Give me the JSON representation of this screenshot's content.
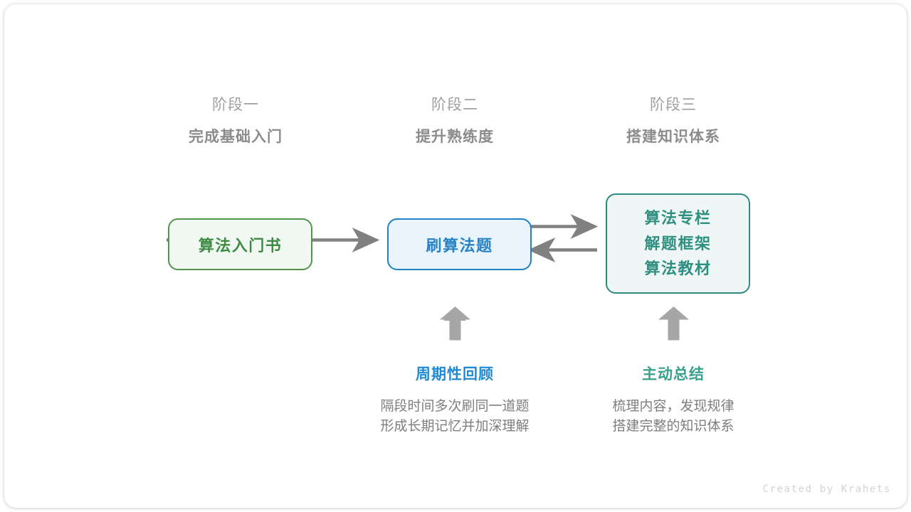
{
  "diagram": {
    "title_watermark": "Created by Krahets",
    "colors": {
      "green": "#3f8b45",
      "green_border": "#53944f",
      "green_fill": "#f1f8f1",
      "blue": "#2883c6",
      "blue_border": "#1d82c8",
      "blue_fill": "#e9f4fc",
      "teal": "#2f8f80",
      "teal_border": "#2e8c80",
      "teal_fill": "#eef7f5",
      "arrow_gray": "#808080",
      "block_arrow_gray": "#a6a6a6",
      "header_gray": "#8c8c8c",
      "subheader_gray": "#a0a0a0",
      "body_gray": "#7e7e7e",
      "annot_blue": "#1f8ad4",
      "annot_teal": "#38a08c"
    },
    "stages": [
      {
        "label": "阶段一",
        "title": "完成基础入门"
      },
      {
        "label": "阶段二",
        "title": "提升熟练度"
      },
      {
        "label": "阶段三",
        "title": "搭建知识体系"
      }
    ],
    "nodes": {
      "book": {
        "lines": [
          "算法入门书"
        ]
      },
      "practice": {
        "lines": [
          "刷算法题"
        ]
      },
      "resources": {
        "lines": [
          "算法专栏",
          "解题框架",
          "算法教材"
        ]
      }
    },
    "annotations": [
      {
        "title": "周期性回顾",
        "body": [
          "隔段时间多次刷同一道题",
          "形成长期记忆并加深理解"
        ]
      },
      {
        "title": "主动总结",
        "body": [
          "梳理内容，发现规律",
          "搭建完整的知识体系"
        ]
      }
    ]
  }
}
